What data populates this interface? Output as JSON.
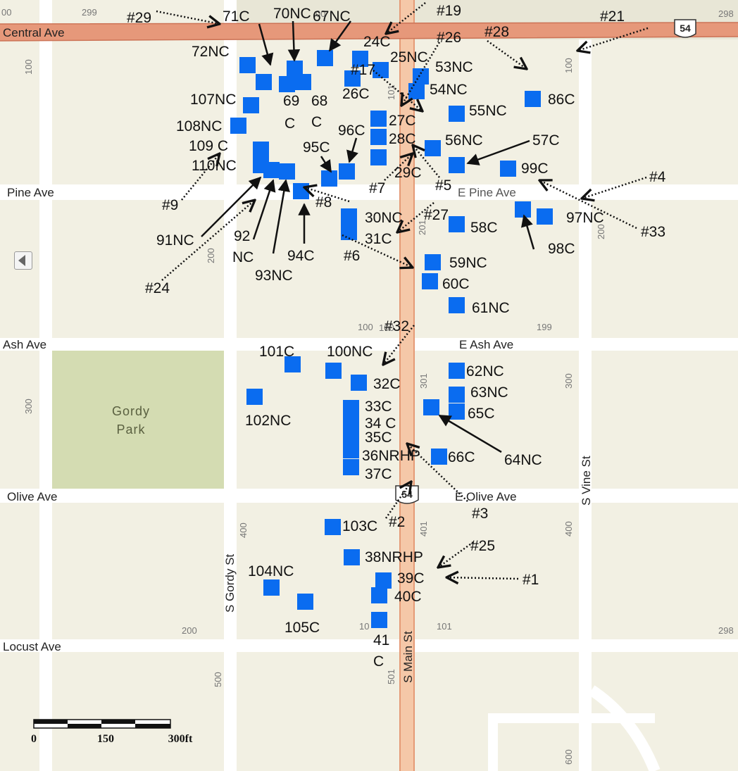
{
  "roads": {
    "central": "Central Ave",
    "pine_w": "Pine Ave",
    "pine_e": "E Pine Ave",
    "ash_w": "Ash Ave",
    "ash_e": "E Ash Ave",
    "olive_w": "Olive Ave",
    "olive_e": "E Olive Ave",
    "locust": "Locust Ave",
    "gordy": "S Gordy St",
    "main": "S Main St",
    "vine": "S Vine St"
  },
  "park": {
    "line1": "Gordy",
    "line2": "Park"
  },
  "shields": [
    "54",
    "54"
  ],
  "addresses": [
    "00",
    "299",
    "00",
    "298",
    "100",
    "101",
    "100",
    "200",
    "201",
    "100",
    "200",
    "100",
    "199",
    "300",
    "301",
    "300",
    "400",
    "401",
    "400",
    "200",
    "10",
    "101",
    "298",
    "500",
    "501",
    "600"
  ],
  "labels": {
    "l71C": "71C",
    "l70NC": "70NC",
    "l67NC": "67NC",
    "l72NC": "72NC",
    "l24C": "24C",
    "l25NC": "25NC",
    "l53NC": "53NC",
    "l26C": "26C",
    "l54NC": "54NC",
    "l17": "#17",
    "l107NC": "107NC",
    "l69": "69",
    "l68": "68",
    "lC69": "C",
    "lC68": "C",
    "l55NC": "55NC",
    "l86C": "86C",
    "l108NC": "108NC",
    "l27C": "27C",
    "l96C": "96C",
    "l28C": "28C",
    "l56NC": "56NC",
    "l57C": "57C",
    "l109C": "109 C",
    "l95C": "95C",
    "l110NC": "110NC",
    "l29C": "29C",
    "l99C": "99C",
    "l7": "#7",
    "l5": "#5",
    "l9": "#9",
    "l8": "#8",
    "l30NC": "30NC",
    "l27h": "#27",
    "l58C": "58C",
    "l97NC": "97NC",
    "l33": "#33",
    "l91NC": "91NC",
    "l92": "92",
    "l31C": "31C",
    "l98C": "98C",
    "lNC92": "NC",
    "l94C": "94C",
    "l6": "#6",
    "l59NC": "59NC",
    "l93NC": "93NC",
    "l60C": "60C",
    "l24": "#24",
    "l61NC": "61NC",
    "l32h": "#32",
    "l101C": "101C",
    "l100NC": "100NC",
    "l62NC": "62NC",
    "l32C": "32C",
    "l63NC": "63NC",
    "l102NC": "102NC",
    "l33C": "33C",
    "l65C": "65C",
    "l34C": "34 C",
    "l35C": "35C",
    "l36NRHP": "36NRHP",
    "l66C": "66C",
    "l64NC": "64NC",
    "l37C": "37C",
    "l3": "#3",
    "l103C": "103C",
    "l2": "#2",
    "l25h": "#25",
    "l38NRHP": "38NRHP",
    "l104NC": "104NC",
    "l39C": "39C",
    "l1": "#1",
    "l40C": "40C",
    "l105C": "105C",
    "l41": "41",
    "lC41": "C",
    "l29h": "#29",
    "l19h": "#19",
    "l26h": "#26",
    "l28h": "#28",
    "l21h": "#21",
    "l4h": "#4"
  },
  "scale": {
    "zero": "0",
    "mid": "150",
    "end": "300ft"
  },
  "colors": {
    "parcel": "#0a6cf0",
    "road_major": "#e6987a",
    "road": "#ffffff",
    "block": "#f2f0e3",
    "park": "#d4dcb2",
    "background": "#e8e6d6"
  }
}
